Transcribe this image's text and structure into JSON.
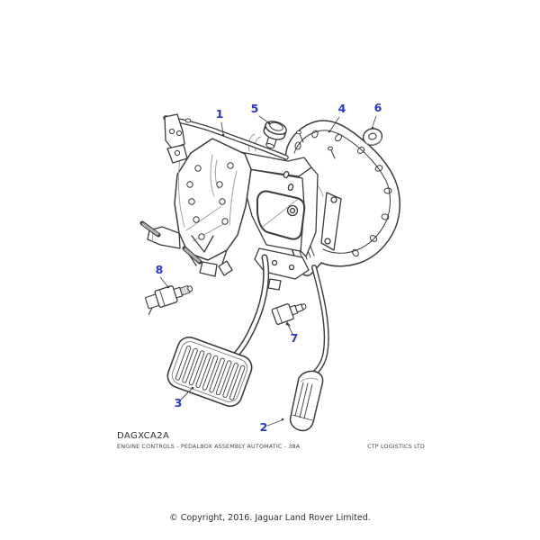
{
  "colors": {
    "background": "#ffffff",
    "callout_blue": "#2b35cf",
    "line_dark": "#3b3b3b",
    "line_light": "#a0a0a0",
    "text_dark": "#2e2e2e",
    "text_mid": "#474747"
  },
  "callouts": [
    {
      "label": "1"
    },
    {
      "label": "2"
    },
    {
      "label": "3"
    },
    {
      "label": "4"
    },
    {
      "label": "5"
    },
    {
      "label": "6"
    },
    {
      "label": "7"
    },
    {
      "label": "8"
    }
  ],
  "footer": {
    "drawing_code": "DAGXCA2A",
    "drawing_description": "ENGINE CONTROLS - PEDALBOX ASSEMBLY AUTOMATIC - 38A",
    "logistics_label": "CTP LOGISTICS LTD",
    "copyright": "© Copyright, 2016. Jaguar Land Rover Limited."
  }
}
